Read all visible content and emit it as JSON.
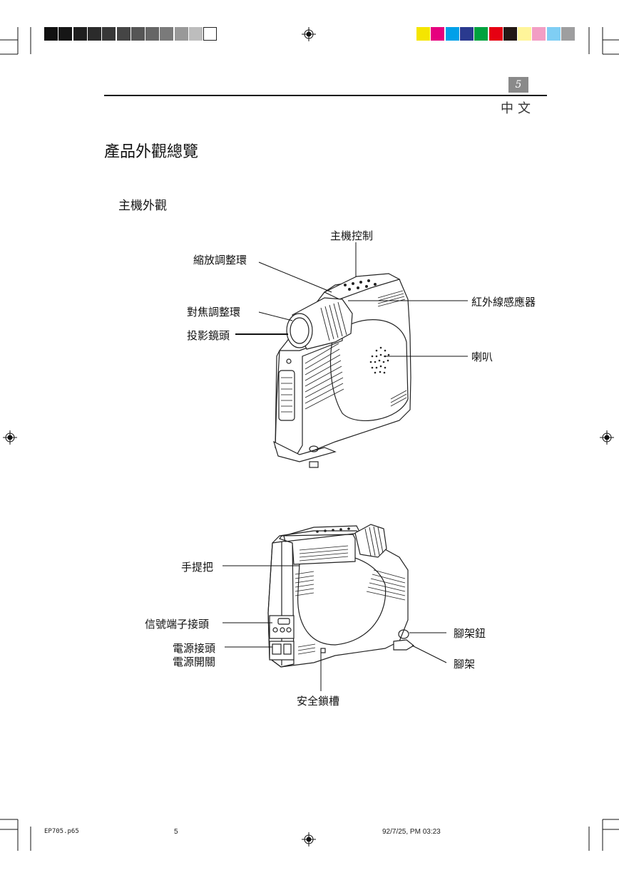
{
  "header": {
    "page_number": "5",
    "language": "中文",
    "gray_swatches": [
      "#111111",
      "#161616",
      "#1f1f1f",
      "#2b2b2b",
      "#373737",
      "#454545",
      "#555555",
      "#666666",
      "#7a7a7a",
      "#999999",
      "#bdbdbd",
      "#ffffff"
    ],
    "color_swatches": [
      "#f5e500",
      "#e6007e",
      "#00a0e9",
      "#2a3a8f",
      "#00a23f",
      "#e60012",
      "#231815",
      "#fff59a",
      "#f29ec4",
      "#7fcef4",
      "#9e9e9f"
    ]
  },
  "section_title": "產品外觀總覽",
  "subsection_title": "主機外觀",
  "front_view": {
    "labels": {
      "main_control": "主機控制",
      "zoom_ring": "縮放調整環",
      "ir_sensor": "紅外線感應器",
      "focus_ring": "對焦調整環",
      "lens": "投影鏡頭",
      "speaker": "喇叭"
    }
  },
  "rear_view": {
    "labels": {
      "handle": "手提把",
      "signal_terminal": "信號端子接頭",
      "foot_button": "腳架鈕",
      "power_connector": "電源接頭",
      "power_switch": "電源開關",
      "foot": "腳架",
      "security_slot": "安全鎖槽"
    }
  },
  "footer": {
    "filename": "EP705.p65",
    "page": "5",
    "timestamp": "92/7/25, PM 03:23"
  }
}
